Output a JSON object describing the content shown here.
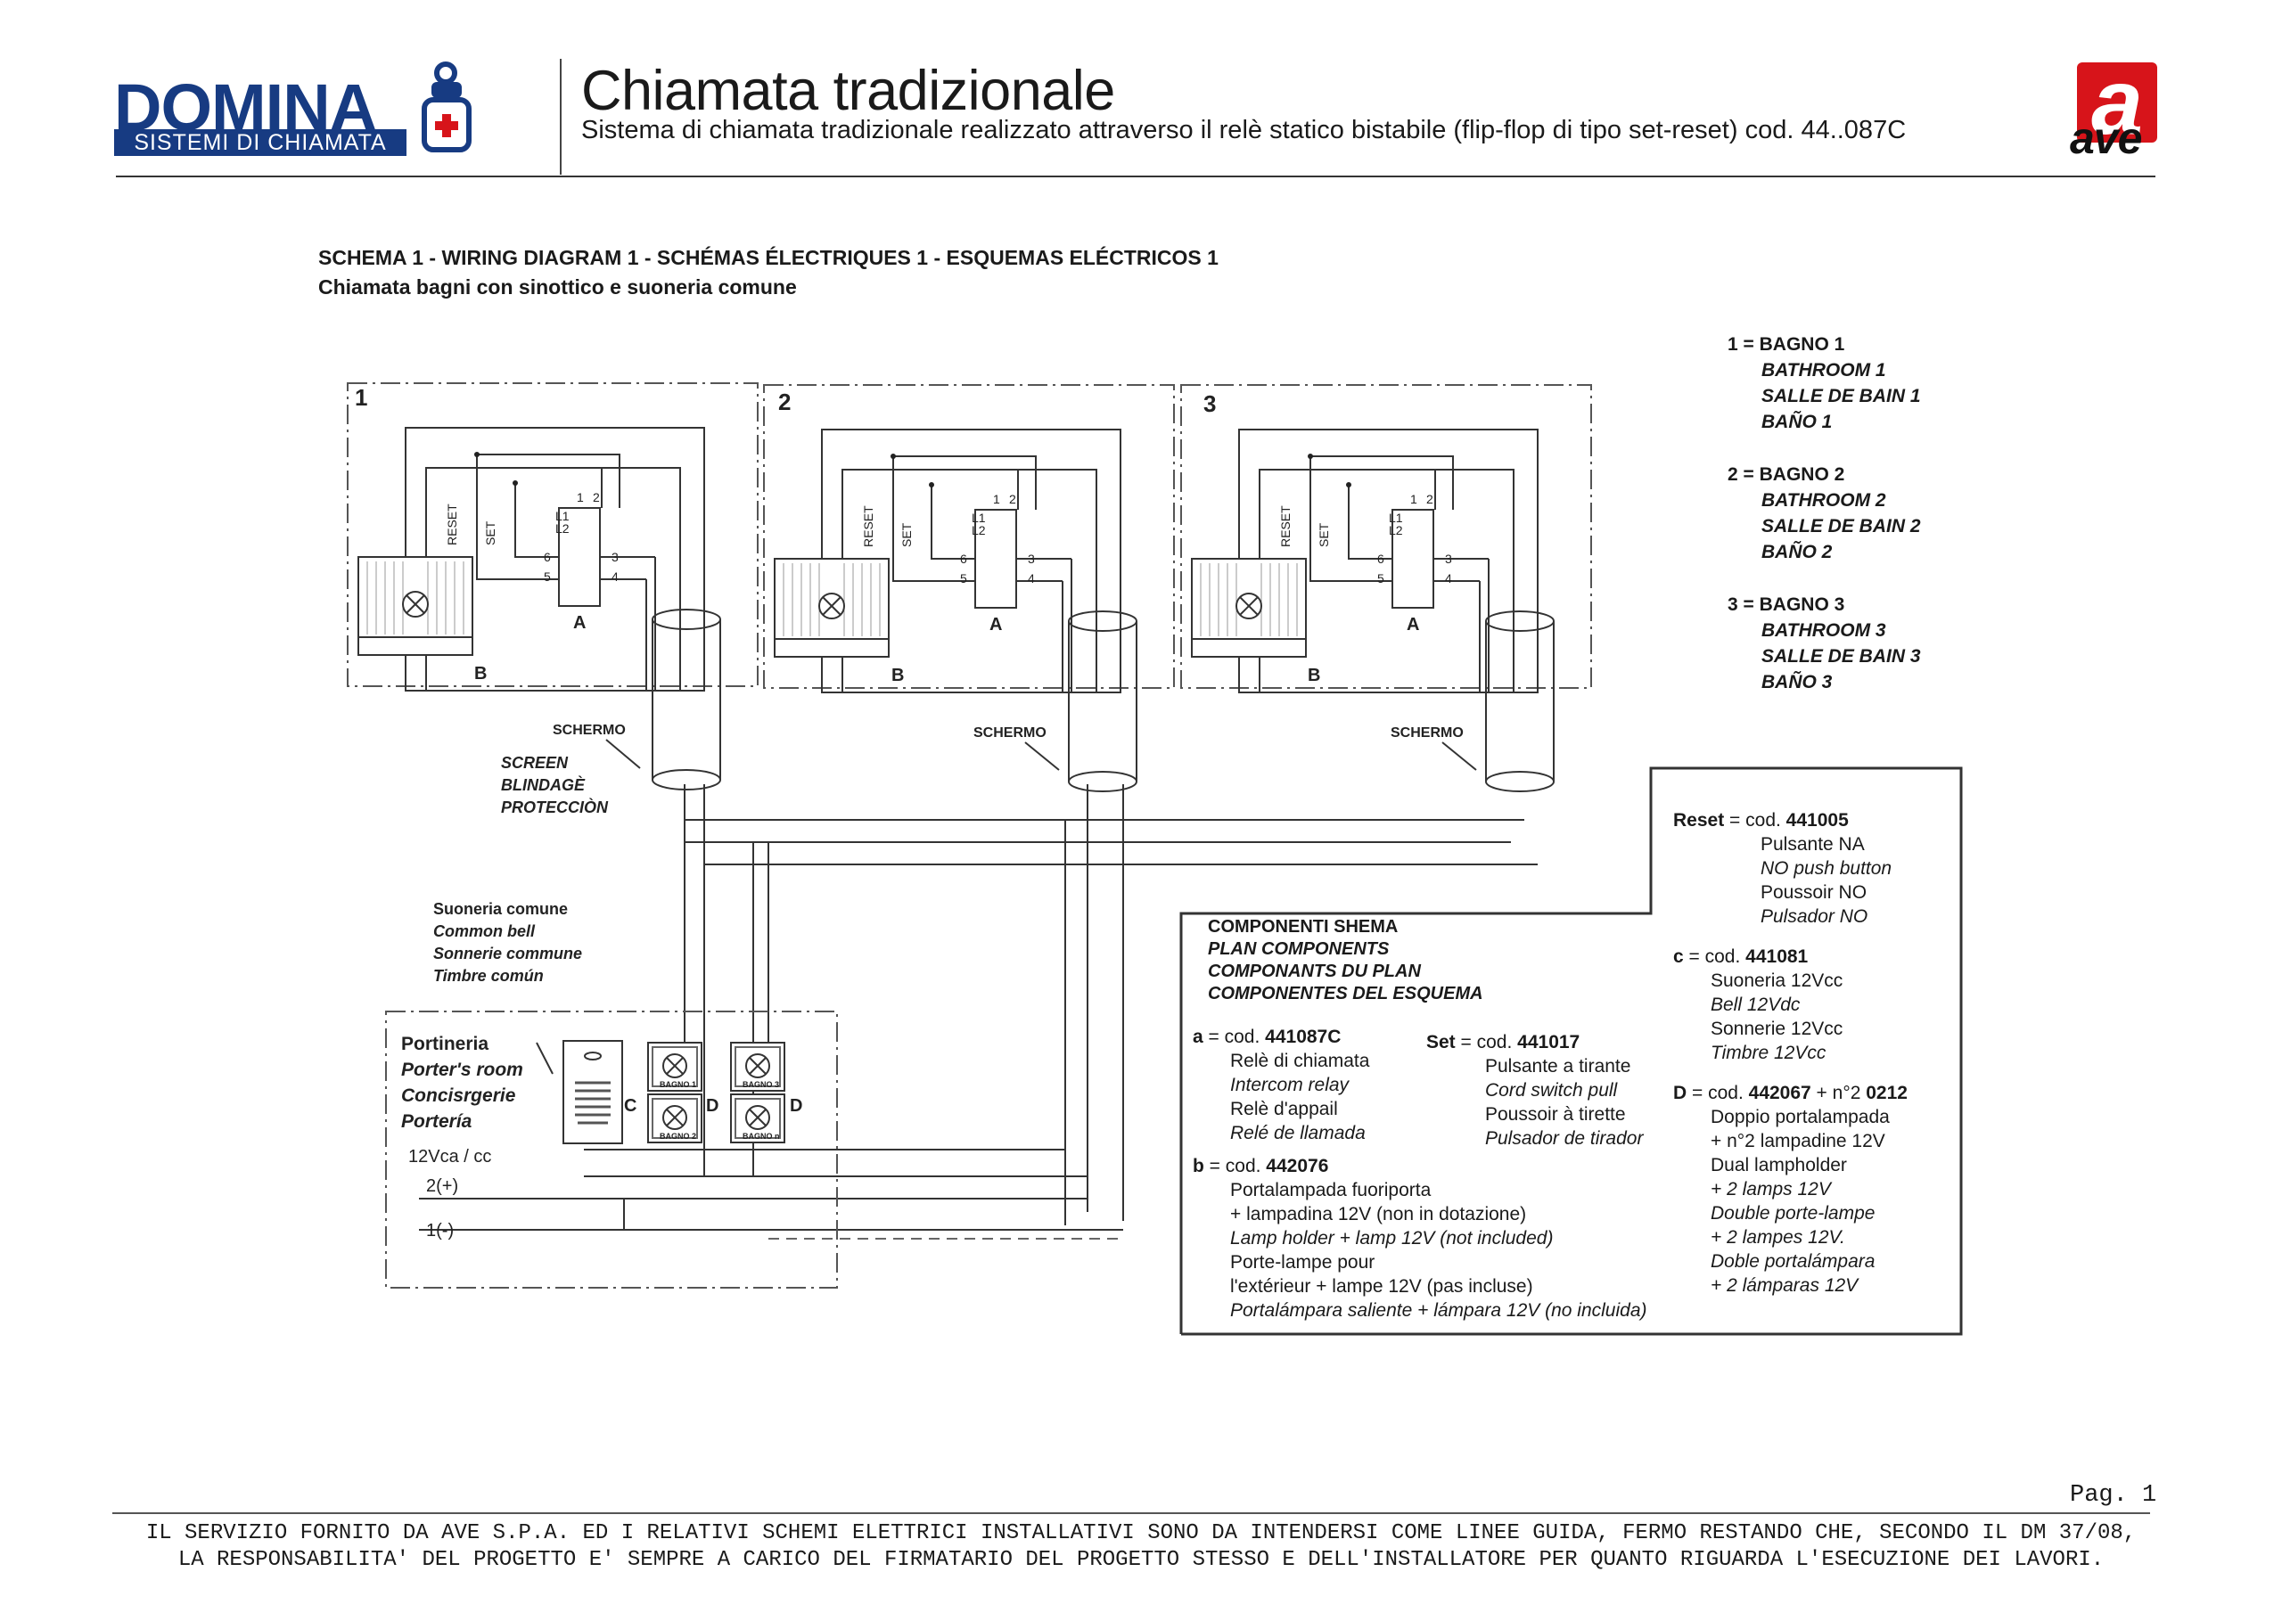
{
  "header": {
    "logo_main": "DOMINA",
    "logo_sub": "SISTEMI DI CHIAMATA",
    "title": "Chiamata tradizionale",
    "subtitle": "Sistema di chiamata tradizionale realizzato attraverso il relè statico bistabile (flip-flop di tipo set-reset) cod. 44..087C",
    "brand_letter": "a",
    "brand_word": "ave"
  },
  "schema": {
    "title": "SCHEMA 1 - WIRING DIAGRAM 1 - SCHÉMAS ÉLECTRIQUES 1 - ESQUEMAS ELÉCTRICOS 1",
    "subtitle": "Chiamata bagni con sinottico e suoneria comune"
  },
  "legend_rooms": [
    {
      "head": "1 = BAGNO 1",
      "lines": [
        "BATHROOM 1",
        "SALLE DE BAIN 1",
        "BAÑO 1"
      ]
    },
    {
      "head": "2 = BAGNO 2",
      "lines": [
        "BATHROOM 2",
        "SALLE DE BAIN 2",
        "BAÑO 2"
      ]
    },
    {
      "head": "3 = BAGNO 3",
      "lines": [
        "BATHROOM 3",
        "SALLE DE BAIN 3",
        "BAÑO 3"
      ]
    }
  ],
  "diagram": {
    "room_numbers": [
      "1",
      "2",
      "3"
    ],
    "reset_label": "RESET",
    "set_label": "SET",
    "relay_l1": "L1",
    "relay_l2": "L2",
    "terminal_labels": [
      "1",
      "2",
      "3",
      "4",
      "5",
      "6"
    ],
    "label_a": "A",
    "label_b": "B",
    "label_c": "C",
    "label_d": "D",
    "schermo": "SCHERMO",
    "screen_lines": [
      "SCREEN",
      "BLINDAGÈ",
      "PROTECCIÒN"
    ],
    "bell_lines": [
      "Suoneria comune",
      "Common bell",
      "Sonnerie commune",
      "Timbre común"
    ],
    "porter_lines": [
      "Portineria",
      "Porter's room",
      "Concisrgerie",
      "Portería"
    ],
    "supply": "12Vca / cc",
    "plus": "2(+)",
    "minus": "1(-)",
    "lamp_labels": [
      "BAGNO 1",
      "BAGNO 3",
      "BAGNO 2",
      "BAGNO n"
    ]
  },
  "components": {
    "title_lines": [
      "COMPONENTI SHEMA",
      "PLAN COMPONENTS",
      "COMPONANTS DU PLAN",
      "COMPONENTES DEL ESQUEMA"
    ],
    "reset": {
      "key": "Reset",
      "eq": " = cod. ",
      "code": "441005",
      "lines": [
        "Pulsante NA",
        "NO push button",
        "Poussoir NO",
        "Pulsador NO"
      ]
    },
    "c": {
      "key": "c",
      "eq": " = cod. ",
      "code": "441081",
      "lines": [
        "Suoneria 12Vcc",
        "Bell 12Vdc",
        "Sonnerie 12Vcc",
        "Timbre 12Vcc"
      ]
    },
    "d": {
      "key": "D",
      "eq": " = cod. ",
      "code": "442067",
      "plus": " + n°2 ",
      "code2": "0212",
      "lines": [
        "Doppio portalampada",
        "+ n°2 lampadine 12V",
        "Dual lampholder",
        "+ 2 lamps 12V",
        "Double porte-lampe",
        "+ 2 lampes 12V.",
        "Doble portalámpara",
        "+ 2 lámparas 12V"
      ]
    },
    "a": {
      "key": "a",
      "eq": " = cod. ",
      "code": "441087C",
      "lines": [
        "Relè di chiamata",
        "Intercom relay",
        "Relè d'appail",
        "Relé de llamada"
      ]
    },
    "set": {
      "key": "Set",
      "eq": " = cod. ",
      "code": "441017",
      "lines": [
        "Pulsante a tirante",
        "Cord switch pull",
        "Poussoir à tirette",
        "Pulsador de tirador"
      ]
    },
    "b": {
      "key": "b",
      "eq": " = cod. ",
      "code": "442076",
      "lines": [
        "Portalampada fuoriporta",
        "+ lampadina 12V (non in dotazione)",
        "Lamp holder + lamp 12V (not included)",
        "Porte-lampe pour",
        "l'extérieur + lampe 12V (pas incluse)",
        "Portalámpara saliente + lámpara 12V  (no incluida)"
      ]
    }
  },
  "page": "Pag. 1",
  "footer": [
    "IL SERVIZIO FORNITO DA AVE S.P.A. ED I RELATIVI SCHEMI ELETTRICI INSTALLATIVI SONO DA INTENDERSI COME LINEE GUIDA, FERMO RESTANDO CHE, SECONDO IL DM 37/08,",
    "LA RESPONSABILITA' DEL PROGETTO E' SEMPRE A CARICO DEL FIRMATARIO DEL PROGETTO STESSO E DELL'INSTALLATORE PER QUANTO RIGUARDA L'ESECUZIONE DEI LAVORI."
  ],
  "colors": {
    "brand_blue": "#173b82",
    "ave_red": "#d7141a"
  }
}
